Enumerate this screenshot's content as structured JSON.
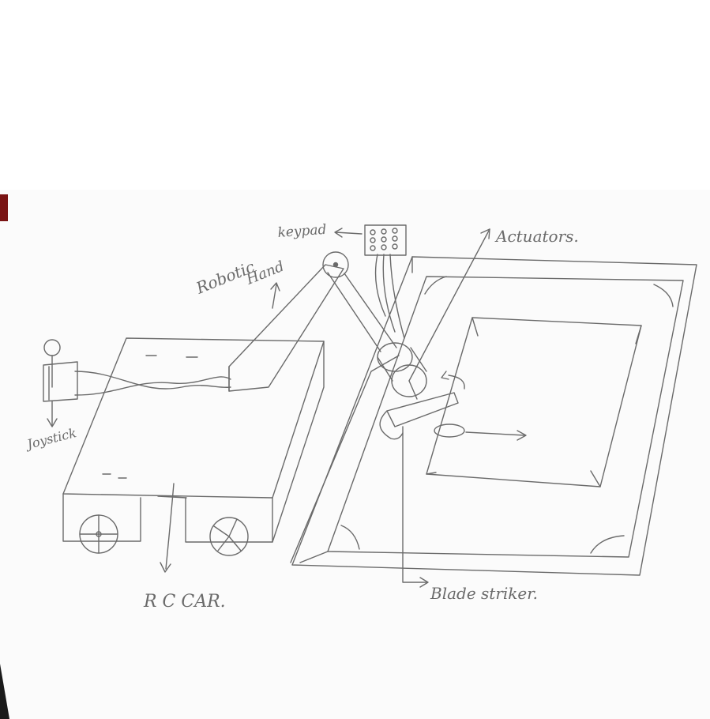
{
  "labels": {
    "keypad": "keypad",
    "robotic": "Robotic",
    "hand": "Hand",
    "actuators": "Actuators.",
    "joystick": "Joystick",
    "rc_car": "R C CAR.",
    "blade_striker": "Blade striker."
  },
  "colors": {
    "ink": "#6a6a6a",
    "paper": "#fbfbfb",
    "background": "#ffffff",
    "accent": "#7a1414"
  }
}
